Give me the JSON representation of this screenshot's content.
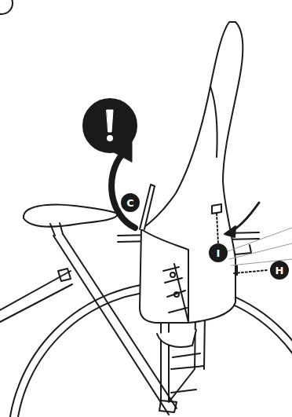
{
  "diagram": {
    "labels": [
      "C",
      "I",
      "H"
    ]
  }
}
